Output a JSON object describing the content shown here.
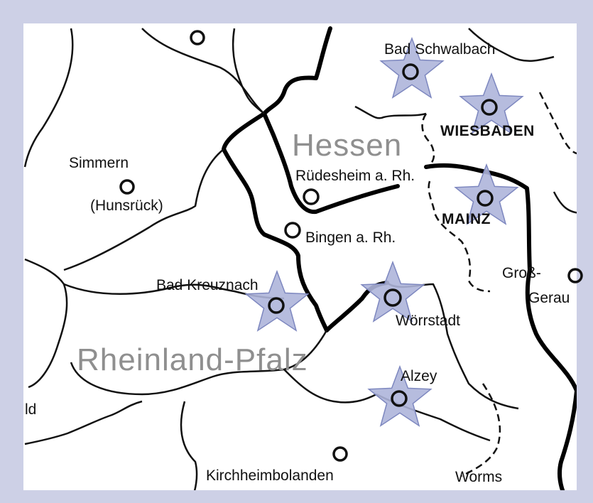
{
  "map": {
    "colors": {
      "background": "#ffffff",
      "frame": "#cdd0e6",
      "state_border": "#000000",
      "district_border": "#111111",
      "star_fill": "#aeb5da",
      "star_stroke": "#7d87bf",
      "region_label": "#8f8f8f"
    },
    "regions": {
      "hessen": "Hessen",
      "rheinland_pfalz": "Rheinland-Pfalz"
    },
    "places": {
      "bad_schwalbach": "Bad Schwalbach",
      "wiesbaden": "WIESBADEN",
      "simmern": "Simmern",
      "hunsrueck": "(Hunsrück)",
      "ruedesheim": "Rüdesheim a. Rh.",
      "mainz": "MAINZ",
      "bingen": "Bingen a. Rh.",
      "gross": "Groß-",
      "gerau": "Gerau",
      "bad_kreuznach": "Bad Kreuznach",
      "woerrstadt": "Wörrstadt",
      "alzey": "Alzey",
      "ld": "ld",
      "kirchheimbolanden": "Kirchheimbolanden",
      "worms": "Worms"
    },
    "highlighted_towns": [
      "Bad Schwalbach",
      "WIESBADEN",
      "MAINZ",
      "Bad Kreuznach",
      "Wörrstadt",
      "Alzey"
    ]
  }
}
